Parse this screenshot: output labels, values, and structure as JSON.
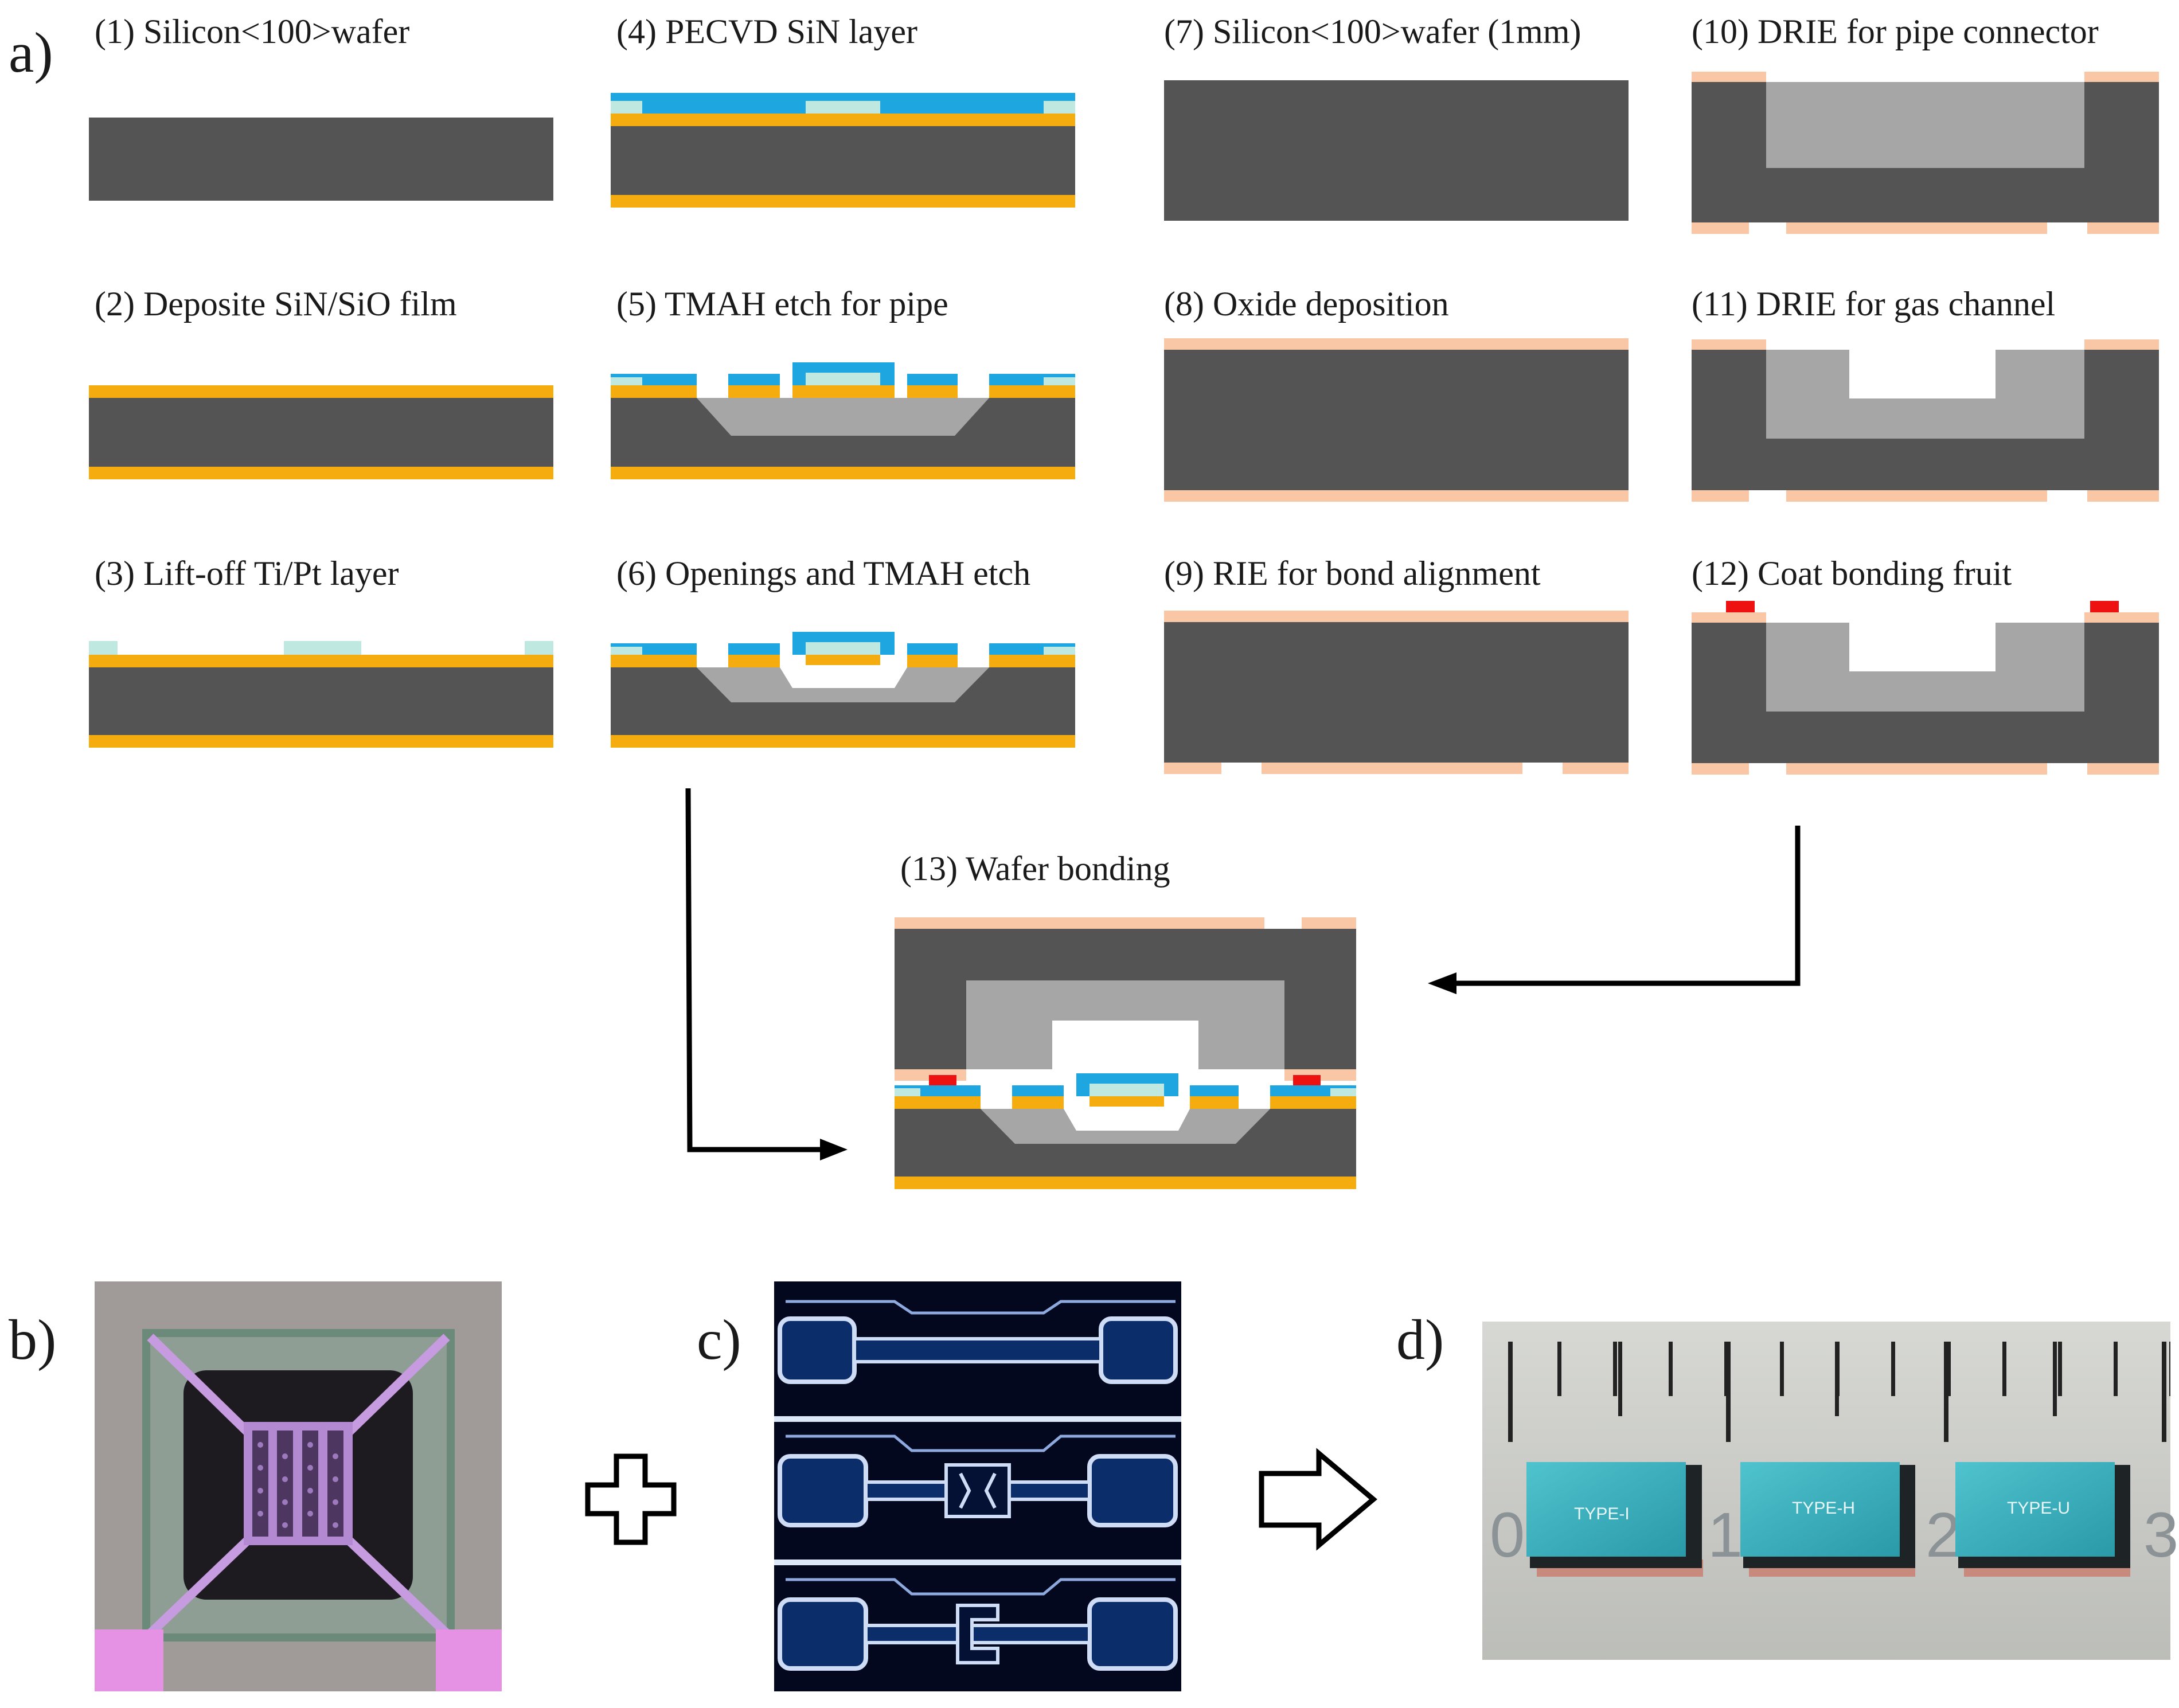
{
  "panels": {
    "a": "a)",
    "b": "b)",
    "c": "c)",
    "d": "d)"
  },
  "steps": [
    "(1) Silicon<100>wafer",
    "(2) Deposite SiN/SiO film",
    "(3) Lift-off Ti/Pt layer",
    "(4) PECVD SiN layer",
    "(5) TMAH etch for pipe",
    "(6) Openings and TMAH etch",
    "(7) Silicon<100>wafer (1mm)",
    "(8) Oxide deposition",
    "(9) RIE for bond alignment",
    "(10) DRIE for pipe connector",
    "(11) DRIE for gas channel",
    "(12) Coat bonding fruit",
    "(13) Wafer bonding"
  ],
  "chips": [
    {
      "label": "TYPE-I"
    },
    {
      "label": "TYPE-H"
    },
    {
      "label": "TYPE-U"
    }
  ],
  "ruler": [
    "0",
    "1",
    "2",
    "3"
  ],
  "colors": {
    "silicon": "#545454",
    "etched": "#a6a6a6",
    "sin_sio": "#f5ac0e",
    "ptlayer": "#bfe8e1",
    "pecvd_sin": "#1ea6e0",
    "oxide": "#f9c7a6",
    "bonding_frit": "#ee1111",
    "arrow": "#000000"
  },
  "icons": {
    "plus": "plus-icon",
    "arrow": "right-arrow-icon"
  }
}
